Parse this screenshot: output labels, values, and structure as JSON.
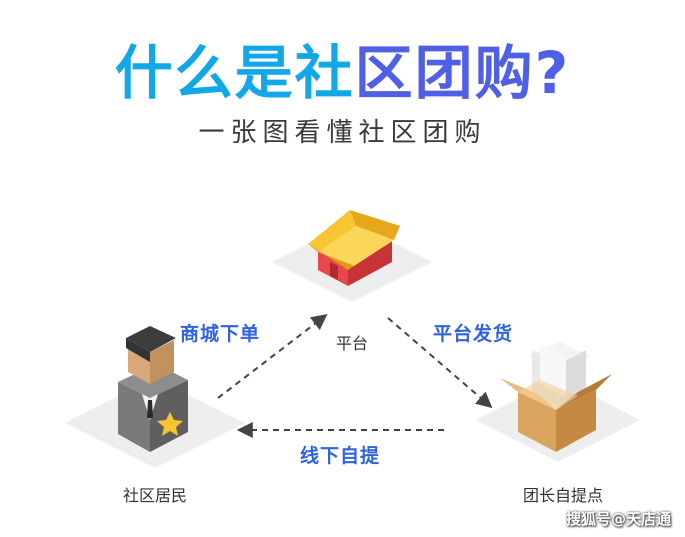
{
  "title": {
    "part1": "什么是社",
    "part2": "区团购?"
  },
  "subtitle": "一张图看懂社区团购",
  "nodes": {
    "platform": "平台",
    "residents": "社区居民",
    "pickup_point": "团长自提点"
  },
  "edges": {
    "order": "商城下单",
    "ship": "平台发货",
    "self_pickup": "线下自提"
  },
  "watermark": "搜狐号@天店通",
  "colors": {
    "title_blue": "#12a8e8",
    "title_indigo": "#4f5fe6",
    "edge_label_blue": "#2f63e0",
    "roof_yellow": "#f7c531",
    "house_red": "#e9474a",
    "box_tan": "#d9a45f"
  }
}
